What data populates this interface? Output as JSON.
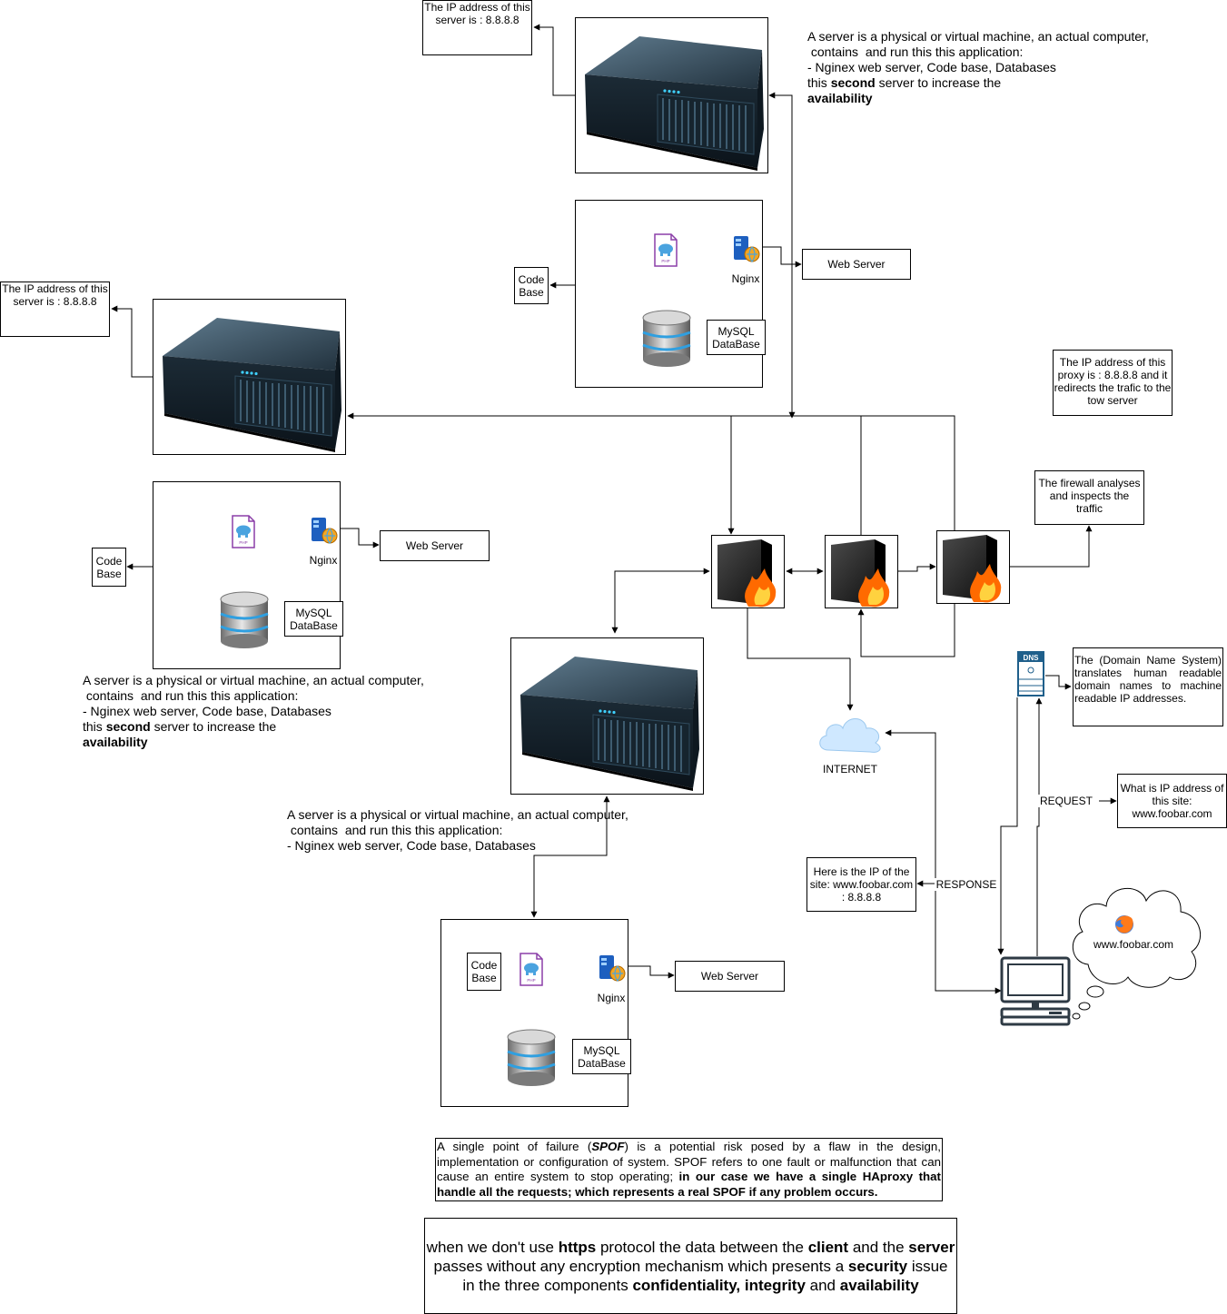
{
  "ip_note": "The IP address of this server is : 8.8.8.8",
  "server_desc": {
    "l1": "A server is a physical or virtual machine, an actual computer,",
    "l2": " contains  and run this this application:",
    "l3": "- Nginex web server, Code base, Databases",
    "l4_pre": "this ",
    "l4_bold": "second",
    "l4_post": " server to increase the",
    "l5_bold": "availability"
  },
  "stack": {
    "web_server": "Web Server",
    "nginx": "Nginx",
    "code_base": "Code Base",
    "mysql": "MySQL DataBase",
    "php_tag": "PHP"
  },
  "proxy_note": "The IP address of this proxy is : 8.8.8.8 and it redirects the trafic to the tow server",
  "firewall_note": "The firewall  analyses and inspects the traffic",
  "dns_note": "The (Domain Name System) translates human readable domain names to machine readable IP addresses.",
  "dns_label": "DNS",
  "internet_label": "INTERNET",
  "request_label": "REQUEST",
  "request_note": "What is IP address of this site: www.foobar.com",
  "response_label": "RESPONSE",
  "response_note": "Here is the IP of the site: www.foobar.com : 8.8.8.8",
  "client_site": "www.foobar.com",
  "spof": {
    "t1": "A single point of failure (",
    "t1_bold": "SPOF",
    "t2": ") is a potential risk posed by a flaw in the design, implementation or configuration of system. SPOF refers to one fault or malfunction that can cause an entire system to stop operating; ",
    "t3_bold": "in our case we have a single HAproxy that handle all the requests; which represents a real SPOF if any problem occurs."
  },
  "https_note": {
    "p1": "when we don't use ",
    "b1": "https",
    "p2": " protocol the data between the ",
    "b2": "client",
    "p3": " and the ",
    "b3": "server",
    "p4": " passes without any encryption mechanism which presents a ",
    "b4": "security",
    "p5": " issue in the three components ",
    "b5": "confidentiality, integrity",
    "p6": " and ",
    "b6": "availability"
  },
  "colors": {
    "firewall_flame": "#ff6a00",
    "server_dark": "#1b2a36",
    "led": "#3fd0ff",
    "dns_blue": "#1f5f8b",
    "cloud": "#cfe8ff"
  }
}
